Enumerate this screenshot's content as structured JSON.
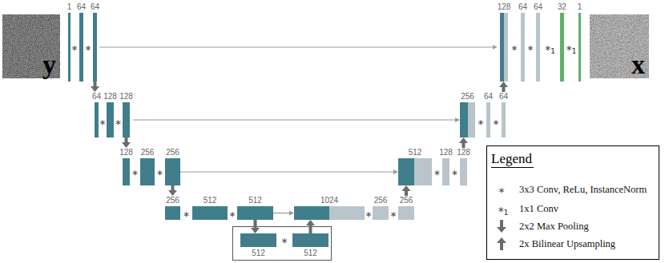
{
  "diagram": {
    "nodes": [
      {
        "text": [
          "y"
        ]
      },
      {
        "text": [
          "1"
        ]
      },
      {
        "text": [
          "64"
        ]
      },
      {
        "text": [
          "64"
        ]
      },
      {
        "text": [
          "64"
        ]
      },
      {
        "text": [
          "128"
        ]
      },
      {
        "text": [
          "128"
        ]
      },
      {
        "text": [
          "128"
        ]
      },
      {
        "text": [
          "256"
        ]
      },
      {
        "text": [
          "256"
        ]
      },
      {
        "text": [
          "256"
        ]
      },
      {
        "text": [
          "512"
        ]
      },
      {
        "text": [
          "512"
        ]
      },
      {
        "text": [
          "512"
        ]
      },
      {
        "text": [
          "512"
        ]
      },
      {
        "text": [
          "1024"
        ]
      },
      {
        "text": [
          "256"
        ]
      },
      {
        "text": [
          "256"
        ]
      },
      {
        "text": [
          "512"
        ]
      },
      {
        "text": [
          "128"
        ]
      },
      {
        "text": [
          "128"
        ]
      },
      {
        "text": [
          "256"
        ]
      },
      {
        "text": [
          "64"
        ]
      },
      {
        "text": [
          "64"
        ]
      },
      {
        "text": [
          "128"
        ]
      },
      {
        "text": [
          "64"
        ]
      },
      {
        "text": [
          "64"
        ]
      },
      {
        "text": [
          "32"
        ]
      },
      {
        "text": [
          "1"
        ]
      },
      {
        "text": [
          "x"
        ]
      }
    ],
    "edges": [
      {
        "from": 3,
        "to": 4,
        "arrow": "to"
      },
      {
        "from": 6,
        "to": 7,
        "arrow": "to"
      },
      {
        "from": 9,
        "to": 10,
        "arrow": "to"
      },
      {
        "from": 12,
        "to": 13,
        "arrow": "to"
      },
      {
        "from": 3,
        "to": 24,
        "arrow": "to"
      },
      {
        "from": 6,
        "to": 21,
        "arrow": "to"
      },
      {
        "from": 9,
        "to": 18,
        "arrow": "to"
      },
      {
        "from": 12,
        "to": 15,
        "arrow": "to"
      },
      {
        "from": 14,
        "to": 15,
        "arrow": "to"
      },
      {
        "from": 17,
        "to": 18,
        "arrow": "to"
      },
      {
        "from": 20,
        "to": 21,
        "arrow": "to"
      },
      {
        "from": 23,
        "to": 24,
        "arrow": "to"
      }
    ],
    "labels": [
      "*",
      "*",
      "*",
      "*",
      "*",
      "*",
      "*",
      "*",
      "*",
      "*",
      "*",
      "*",
      "*",
      "*",
      "*",
      "*",
      "*",
      "*₁",
      "*₁",
      "Legend",
      "*",
      "*₁"
    ],
    "legend": [
      {
        "text": "3x3 Conv, ReLu, InstanceNorm"
      },
      {
        "text": "1x1 Conv"
      },
      {
        "text": "2x2 Max Pooling"
      },
      {
        "text": "2x Bilinear Upsampling"
      }
    ]
  }
}
